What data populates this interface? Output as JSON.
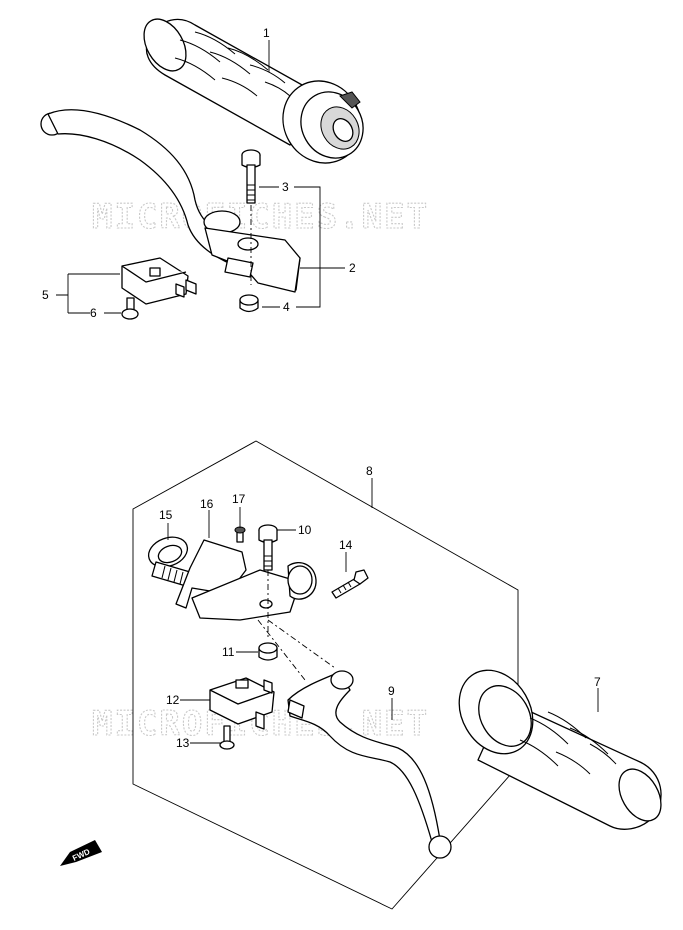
{
  "watermark": "MICROFICHES.NET",
  "fwd_label": "FWD",
  "callouts": [
    "1",
    "2",
    "3",
    "4",
    "5",
    "6",
    "7",
    "8",
    "9",
    "10",
    "11",
    "12",
    "13",
    "14",
    "15",
    "16",
    "17"
  ]
}
